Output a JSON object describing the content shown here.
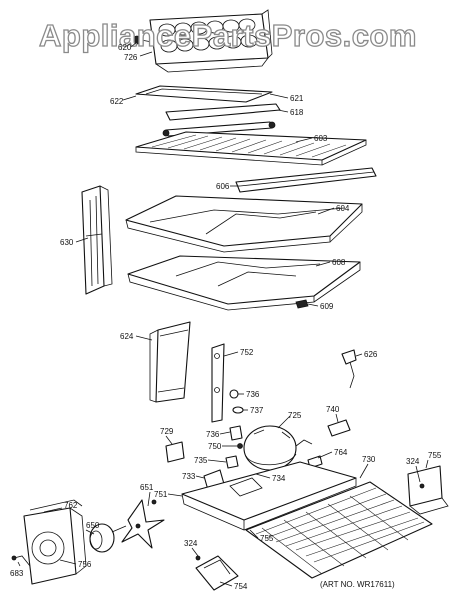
{
  "watermark": "AppliancePartsPros.com",
  "art_number": "(ART NO. WR17611)",
  "callouts": [
    {
      "id": "620",
      "label": "620"
    },
    {
      "id": "726",
      "label": "726"
    },
    {
      "id": "622",
      "label": "622"
    },
    {
      "id": "621",
      "label": "621"
    },
    {
      "id": "618",
      "label": "618"
    },
    {
      "id": "603",
      "label": "603"
    },
    {
      "id": "606",
      "label": "606"
    },
    {
      "id": "630",
      "label": "630"
    },
    {
      "id": "604",
      "label": "604"
    },
    {
      "id": "608",
      "label": "608"
    },
    {
      "id": "609",
      "label": "609"
    },
    {
      "id": "624",
      "label": "624"
    },
    {
      "id": "752",
      "label": "752"
    },
    {
      "id": "626",
      "label": "626"
    },
    {
      "id": "736a",
      "label": "736"
    },
    {
      "id": "737",
      "label": "737"
    },
    {
      "id": "725",
      "label": "725"
    },
    {
      "id": "740",
      "label": "740"
    },
    {
      "id": "729",
      "label": "729"
    },
    {
      "id": "736b",
      "label": "736"
    },
    {
      "id": "750",
      "label": "750"
    },
    {
      "id": "764",
      "label": "764"
    },
    {
      "id": "735",
      "label": "735"
    },
    {
      "id": "733",
      "label": "733"
    },
    {
      "id": "734",
      "label": "734"
    },
    {
      "id": "730",
      "label": "730"
    },
    {
      "id": "324a",
      "label": "324"
    },
    {
      "id": "755a",
      "label": "755"
    },
    {
      "id": "651",
      "label": "651"
    },
    {
      "id": "751",
      "label": "751"
    },
    {
      "id": "762",
      "label": "762"
    },
    {
      "id": "650",
      "label": "650"
    },
    {
      "id": "755b",
      "label": "755"
    },
    {
      "id": "324b",
      "label": "324"
    },
    {
      "id": "756",
      "label": "756"
    },
    {
      "id": "754",
      "label": "754"
    },
    {
      "id": "683",
      "label": "683"
    }
  ]
}
